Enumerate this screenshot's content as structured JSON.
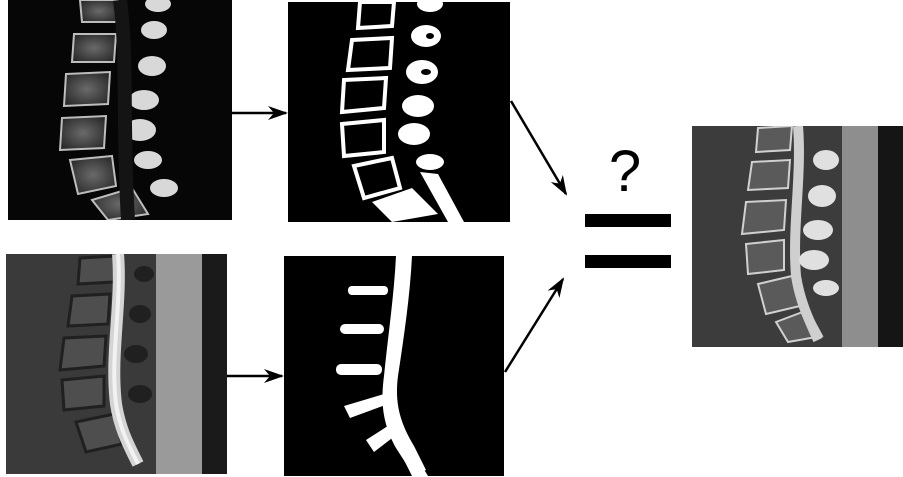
{
  "diagram": {
    "question_mark": "?",
    "panels": [
      {
        "name": "t1-mri-input",
        "kind": "photo"
      },
      {
        "name": "bone-segmentation",
        "kind": "mask"
      },
      {
        "name": "t2-mri-input",
        "kind": "photo"
      },
      {
        "name": "canal-segmentation",
        "kind": "mask"
      },
      {
        "name": "fused-result",
        "kind": "photo"
      }
    ],
    "colors": {
      "arrow": "#000000",
      "mask_fg": "#ffffff",
      "mask_bg": "#000000"
    }
  }
}
